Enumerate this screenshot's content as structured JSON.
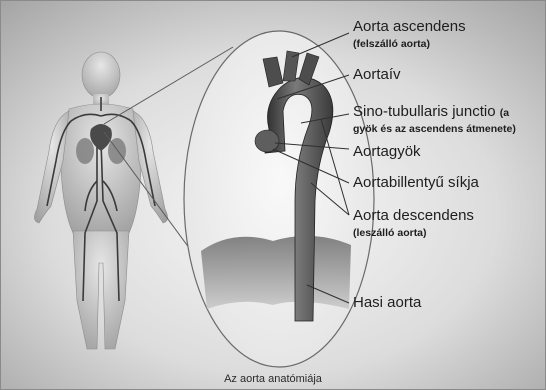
{
  "labels": {
    "aorta_ascendens": "Aorta ascendens",
    "aorta_ascendens_sub": "(felszálló aorta)",
    "aortaiv": "Aortaív",
    "sino_main": "Sino-tubullaris junctio",
    "sino_paren": "(a",
    "sino_sub": "gyök és az ascendens átmenete)",
    "aortagyok": "Aortagyök",
    "aortabillentyu": "Aortabillentyű síkja",
    "aorta_descendens": "Aorta  descendens",
    "aorta_descendens_sub": "(leszálló aorta)",
    "hasi_aorta": "Hasi aorta"
  },
  "caption": "Az aorta anatómiája",
  "colors": {
    "background_gradient": [
      "#a9a9a9",
      "#f3f3f3"
    ],
    "vessel": "#3a3a3a",
    "heart": "#5a5a5a",
    "leader_line": "#303030"
  }
}
